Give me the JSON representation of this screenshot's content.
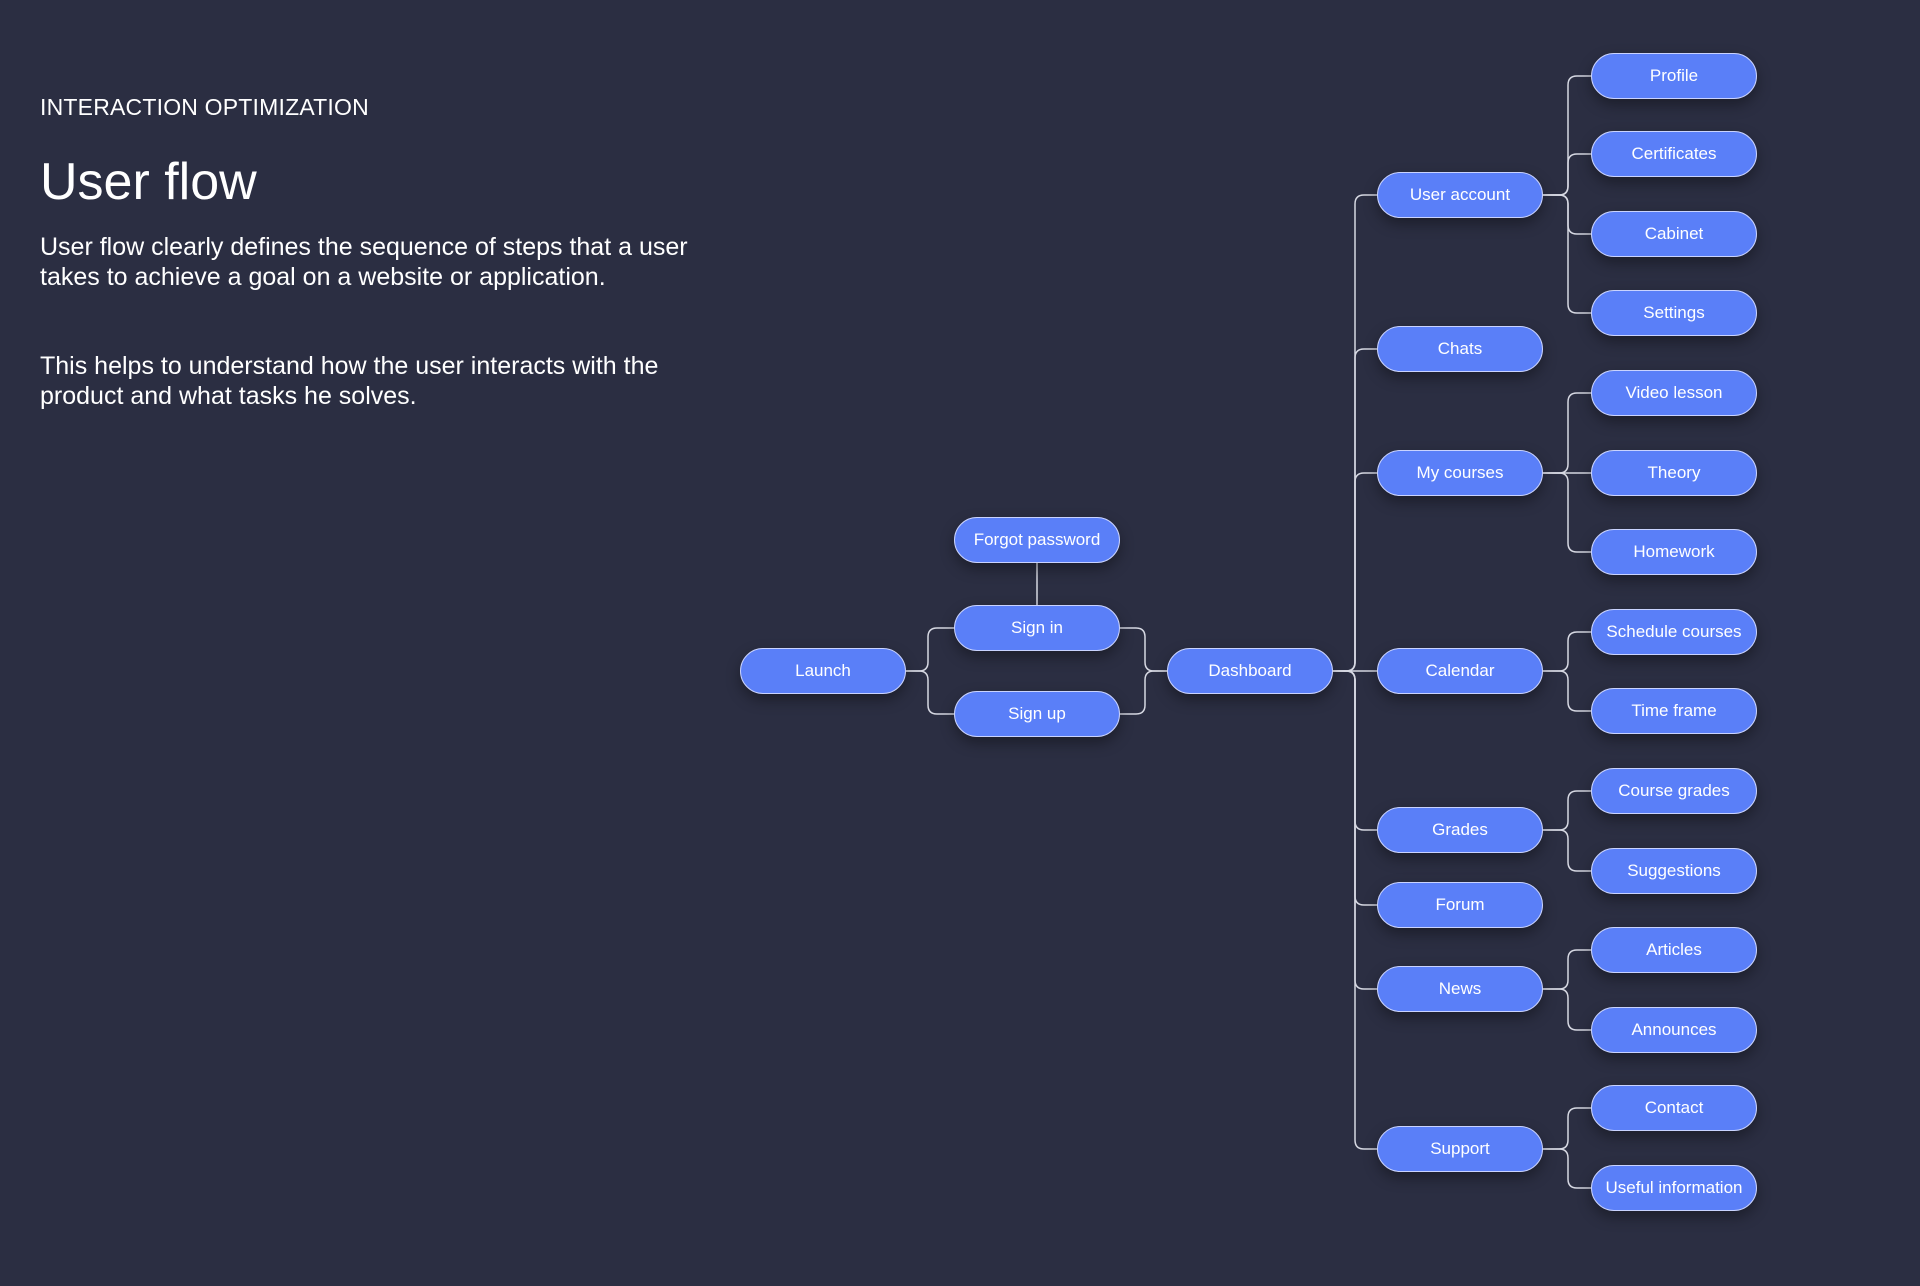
{
  "header": {
    "eyebrow": "INTERACTION OPTIMIZATION",
    "title": "User flow",
    "paragraphs": [
      "User flow clearly defines the sequence of steps that a user takes to achieve a goal on a website or application.",
      "This helps to understand how the user interacts with the product and what tasks he solves."
    ]
  },
  "colors": {
    "background": "#2b2e42",
    "node": "#5a7ff8",
    "node_border": "#c9d3ff",
    "connector": "#d6d8e2"
  },
  "flow": {
    "nodes": {
      "launch": "Launch",
      "forgot_password": "Forgot password",
      "sign_in": "Sign in",
      "sign_up": "Sign up",
      "dashboard": "Dashboard",
      "user_account": "User account",
      "chats": "Chats",
      "my_courses": "My courses",
      "calendar": "Calendar",
      "grades": "Grades",
      "forum": "Forum",
      "news": "News",
      "support": "Support",
      "profile": "Profile",
      "certificates": "Certificates",
      "cabinet": "Cabinet",
      "settings": "Settings",
      "video_lesson": "Video lesson",
      "theory": "Theory",
      "homework": "Homework",
      "schedule_courses": "Schedule courses",
      "time_frame": "Time frame",
      "course_grades": "Course grades",
      "suggestions": "Suggestions",
      "articles": "Articles",
      "announces": "Announces",
      "contact": "Contact",
      "useful_information": "Useful information"
    },
    "edges": [
      [
        "launch",
        "sign_in"
      ],
      [
        "launch",
        "sign_up"
      ],
      [
        "sign_in",
        "forgot_password"
      ],
      [
        "sign_in",
        "dashboard"
      ],
      [
        "sign_up",
        "dashboard"
      ],
      [
        "dashboard",
        "user_account"
      ],
      [
        "dashboard",
        "chats"
      ],
      [
        "dashboard",
        "my_courses"
      ],
      [
        "dashboard",
        "calendar"
      ],
      [
        "dashboard",
        "grades"
      ],
      [
        "dashboard",
        "forum"
      ],
      [
        "dashboard",
        "news"
      ],
      [
        "dashboard",
        "support"
      ],
      [
        "user_account",
        "profile"
      ],
      [
        "user_account",
        "certificates"
      ],
      [
        "user_account",
        "cabinet"
      ],
      [
        "user_account",
        "settings"
      ],
      [
        "my_courses",
        "video_lesson"
      ],
      [
        "my_courses",
        "theory"
      ],
      [
        "my_courses",
        "homework"
      ],
      [
        "calendar",
        "schedule_courses"
      ],
      [
        "calendar",
        "time_frame"
      ],
      [
        "grades",
        "course_grades"
      ],
      [
        "grades",
        "suggestions"
      ],
      [
        "news",
        "articles"
      ],
      [
        "news",
        "announces"
      ],
      [
        "support",
        "contact"
      ],
      [
        "support",
        "useful_information"
      ]
    ]
  }
}
